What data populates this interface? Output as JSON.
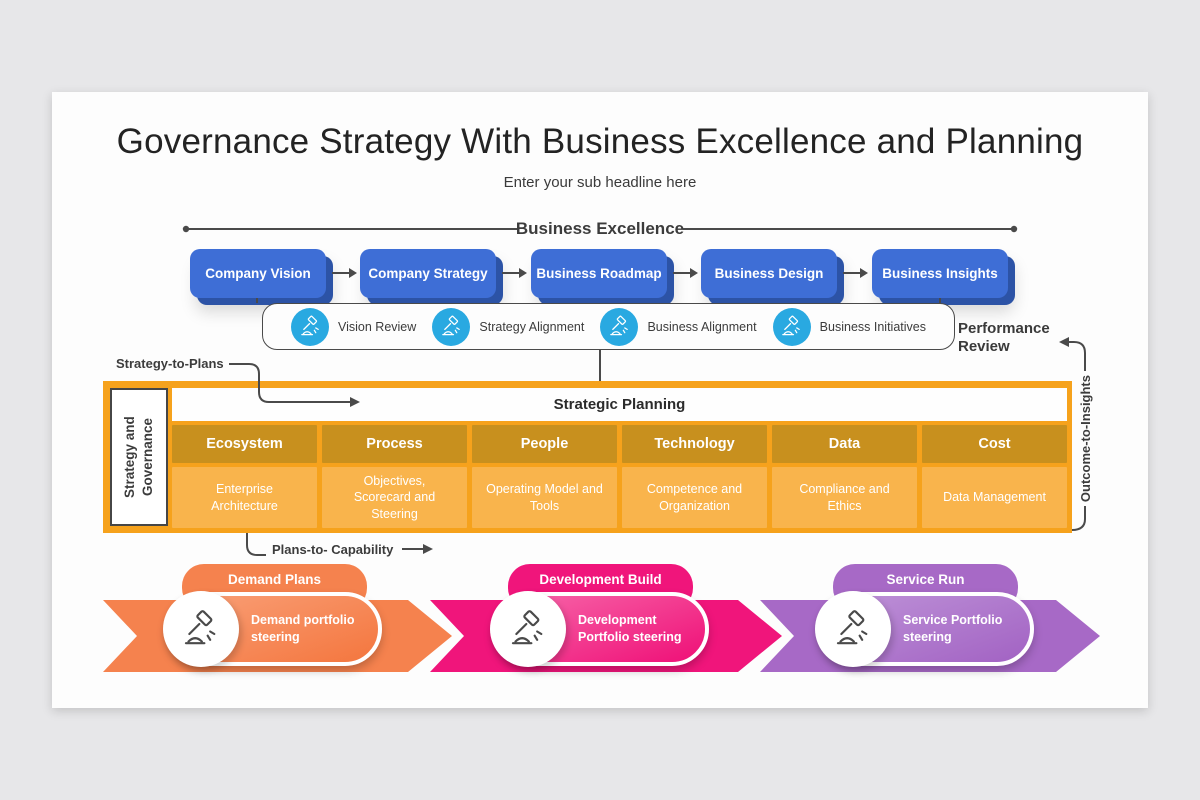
{
  "slide": {
    "title": "Governance Strategy With Business Excellence and Planning",
    "subtitle": "Enter your sub headline here"
  },
  "excellence": {
    "heading": "Business Excellence",
    "boxes": [
      "Company Vision",
      "Company Strategy",
      "Business Roadmap",
      "Business Design",
      "Business Insights"
    ],
    "reviews": [
      "Vision Review",
      "Strategy Alignment",
      "Business Alignment",
      "Business Initiatives"
    ]
  },
  "labels": {
    "performance_review": "Performance Review",
    "strategy_to_plans": "Strategy-to-Plans",
    "outcome_to_insights": "Outcome-to-Insights",
    "plans_to_capability": "Plans-to- Capability",
    "strategy_and_governance": "Strategy and Governance"
  },
  "planning": {
    "heading": "Strategic Planning",
    "columns": [
      {
        "header": "Ecosystem",
        "cell": "Enterprise Architecture"
      },
      {
        "header": "Process",
        "cell": "Objectives, Scorecard and Steering"
      },
      {
        "header": "People",
        "cell": "Operating Model and Tools"
      },
      {
        "header": "Technology",
        "cell": "Competence and Organization"
      },
      {
        "header": "Data",
        "cell": "Compliance and Ethics"
      },
      {
        "header": "Cost",
        "cell": "Data Management"
      }
    ]
  },
  "tracks": [
    {
      "tab": "Demand Plans",
      "pill": "Demand portfolio steering"
    },
    {
      "tab": "Development Build",
      "pill": "Development Portfolio steering"
    },
    {
      "tab": "Service Run",
      "pill": "Service Portfolio steering"
    }
  ],
  "colors": {
    "box_blue": "#3e6ed6",
    "box_blue_shadow": "#2c53a6",
    "review_circle_cyan": "#29a9e1",
    "table_frame_orange": "#f6a21c",
    "column_header_gold": "#c8901e",
    "column_cell_amber": "#f9b44c",
    "track_orange": "#f5824e",
    "track_pink": "#f0157b",
    "track_purple": "#a769c6",
    "connector_gray": "#4a4a4a"
  }
}
